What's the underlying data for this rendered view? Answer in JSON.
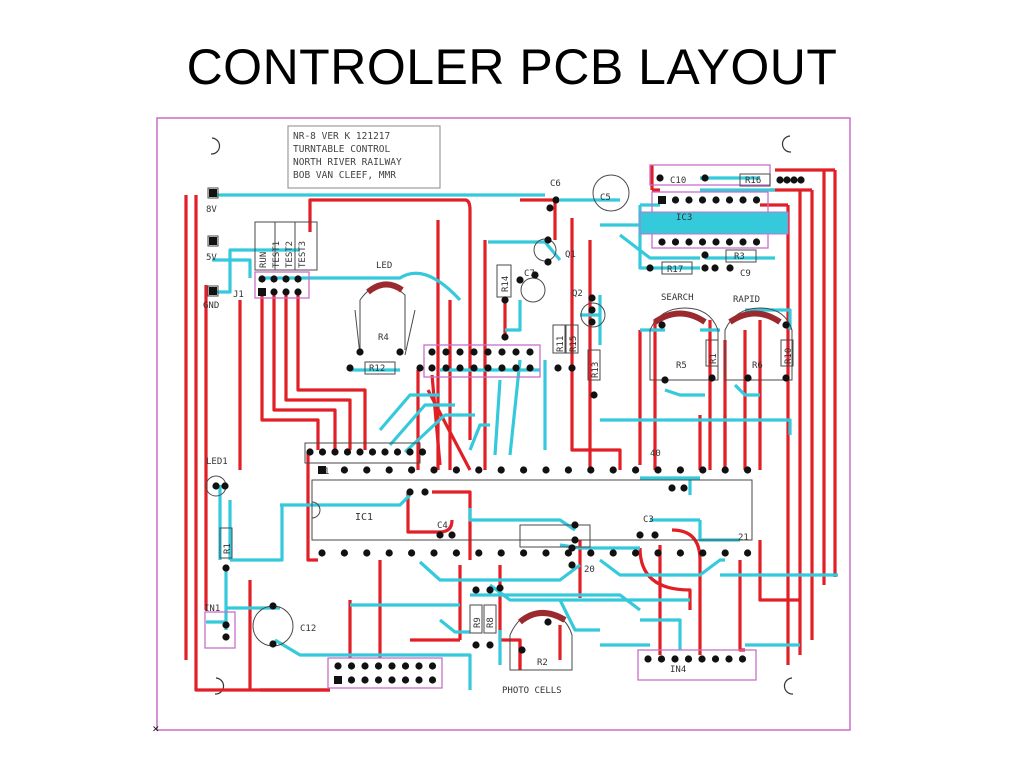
{
  "slide": {
    "title": "CONTROLER PCB LAYOUT"
  },
  "colors": {
    "red_trace": "#e01f26",
    "cyan_trace": "#35c9dc",
    "silkscreen": "#4a4a4a",
    "outline": "#c86fc8",
    "pad": "#111111"
  },
  "info_block": {
    "line1": "NR-8  VER K  121217",
    "line2": "TURNTABLE CONTROL",
    "line3": "NORTH RIVER RAILWAY",
    "line4": "BOB VAN CLEEF,  MMR"
  },
  "labels": {
    "v8": "8V",
    "v5": "5V",
    "gnd": "GND",
    "j1": "J1",
    "run": "RUN",
    "test1": "TEST1",
    "test2": "TEST2",
    "test3": "TEST3",
    "led": "LED",
    "r4": "R4",
    "r12": "R12",
    "r14": "R14",
    "r11": "R11",
    "r15": "R15",
    "r13": "R13",
    "c6": "C6",
    "c5": "C5",
    "c7": "C7",
    "q1": "Q1",
    "q2": "Q2",
    "c10": "C10",
    "r16": "R16",
    "ic3": "IC3",
    "r17": "R17",
    "r3": "R3",
    "c9": "C9",
    "search": "SEARCH",
    "rapid": "RAPID",
    "r5": "R5",
    "r6": "R6",
    "r1": "R1",
    "r10": "R10",
    "led1": "LED1",
    "ic1": "IC1",
    "c4": "C4",
    "c3": "C3",
    "pin40": "40",
    "pin1": "1",
    "pin20": "20",
    "pin21": "21",
    "c12": "C12",
    "in1": "IN1",
    "r9": "R9",
    "r8": "R8",
    "r2": "R2",
    "photo_cells": "PHOTO CELLS",
    "in4": "IN4"
  }
}
